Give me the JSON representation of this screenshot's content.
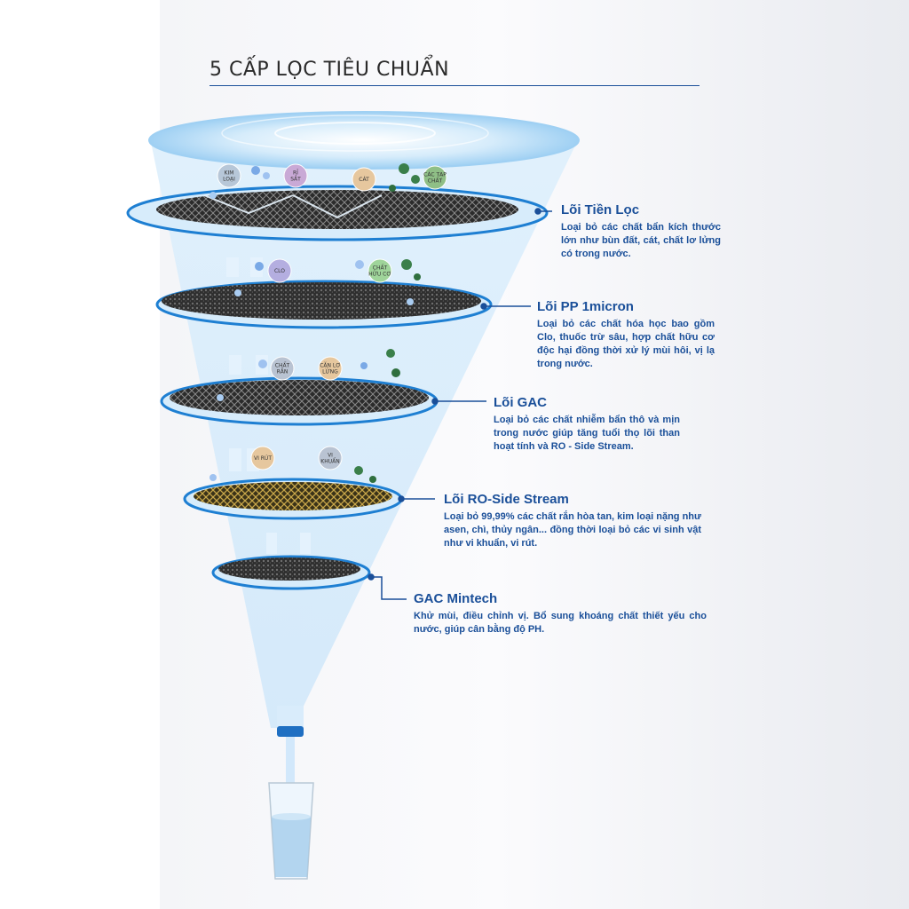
{
  "title": "5 CẤP LỌC TIÊU CHUẨN",
  "colors": {
    "brand": "#1a4f99",
    "funnel": "#bfe2fa",
    "ring": "#1e7fd2"
  },
  "stages": [
    {
      "name": "Lõi Tiền Lọc",
      "desc": "Loại bỏ các chất bẩn kích thước lớn như bùn đất, cát, chất lơ lửng có trong nước."
    },
    {
      "name": "Lõi PP 1micron",
      "desc": "Loại bỏ các chất hóa học bao gồm Clo, thuốc trừ sâu, hợp chất hữu cơ độc hại đồng thời xử lý mùi hôi, vị lạ trong nước."
    },
    {
      "name": "Lõi GAC",
      "desc": "Loại bỏ các chất nhiễm bẩn thô và mịn trong nước giúp tăng tuổi thọ lõi than hoạt tính và RO - Side Stream."
    },
    {
      "name": "Lõi RO-Side Stream",
      "desc": "Loại bỏ 99,99% các chất rắn hòa tan, kim loại nặng như asen, chì, thủy ngân... đồng thời loại bỏ các vi sinh vật như vi khuẩn, vi rút."
    },
    {
      "name": "GAC Mintech",
      "desc": "Khử mùi, điều chỉnh vị. Bổ sung khoáng chất thiết yếu cho nước, giúp cân bằng độ PH."
    }
  ],
  "contaminants": [
    [
      "KIM",
      "LOẠI"
    ],
    [
      "RỈ",
      "SẮT"
    ],
    [
      "CÁT"
    ],
    [
      "CÁC TẠP",
      "CHẤT"
    ],
    [
      "CLO"
    ],
    [
      "CHẤT",
      "HỮU CƠ"
    ],
    [
      "CHẤT",
      "RẮN"
    ],
    [
      "CẶN LƠ",
      "LỬNG"
    ],
    [
      "VI RÚT"
    ],
    [
      "VI",
      "KHUẨN"
    ]
  ]
}
